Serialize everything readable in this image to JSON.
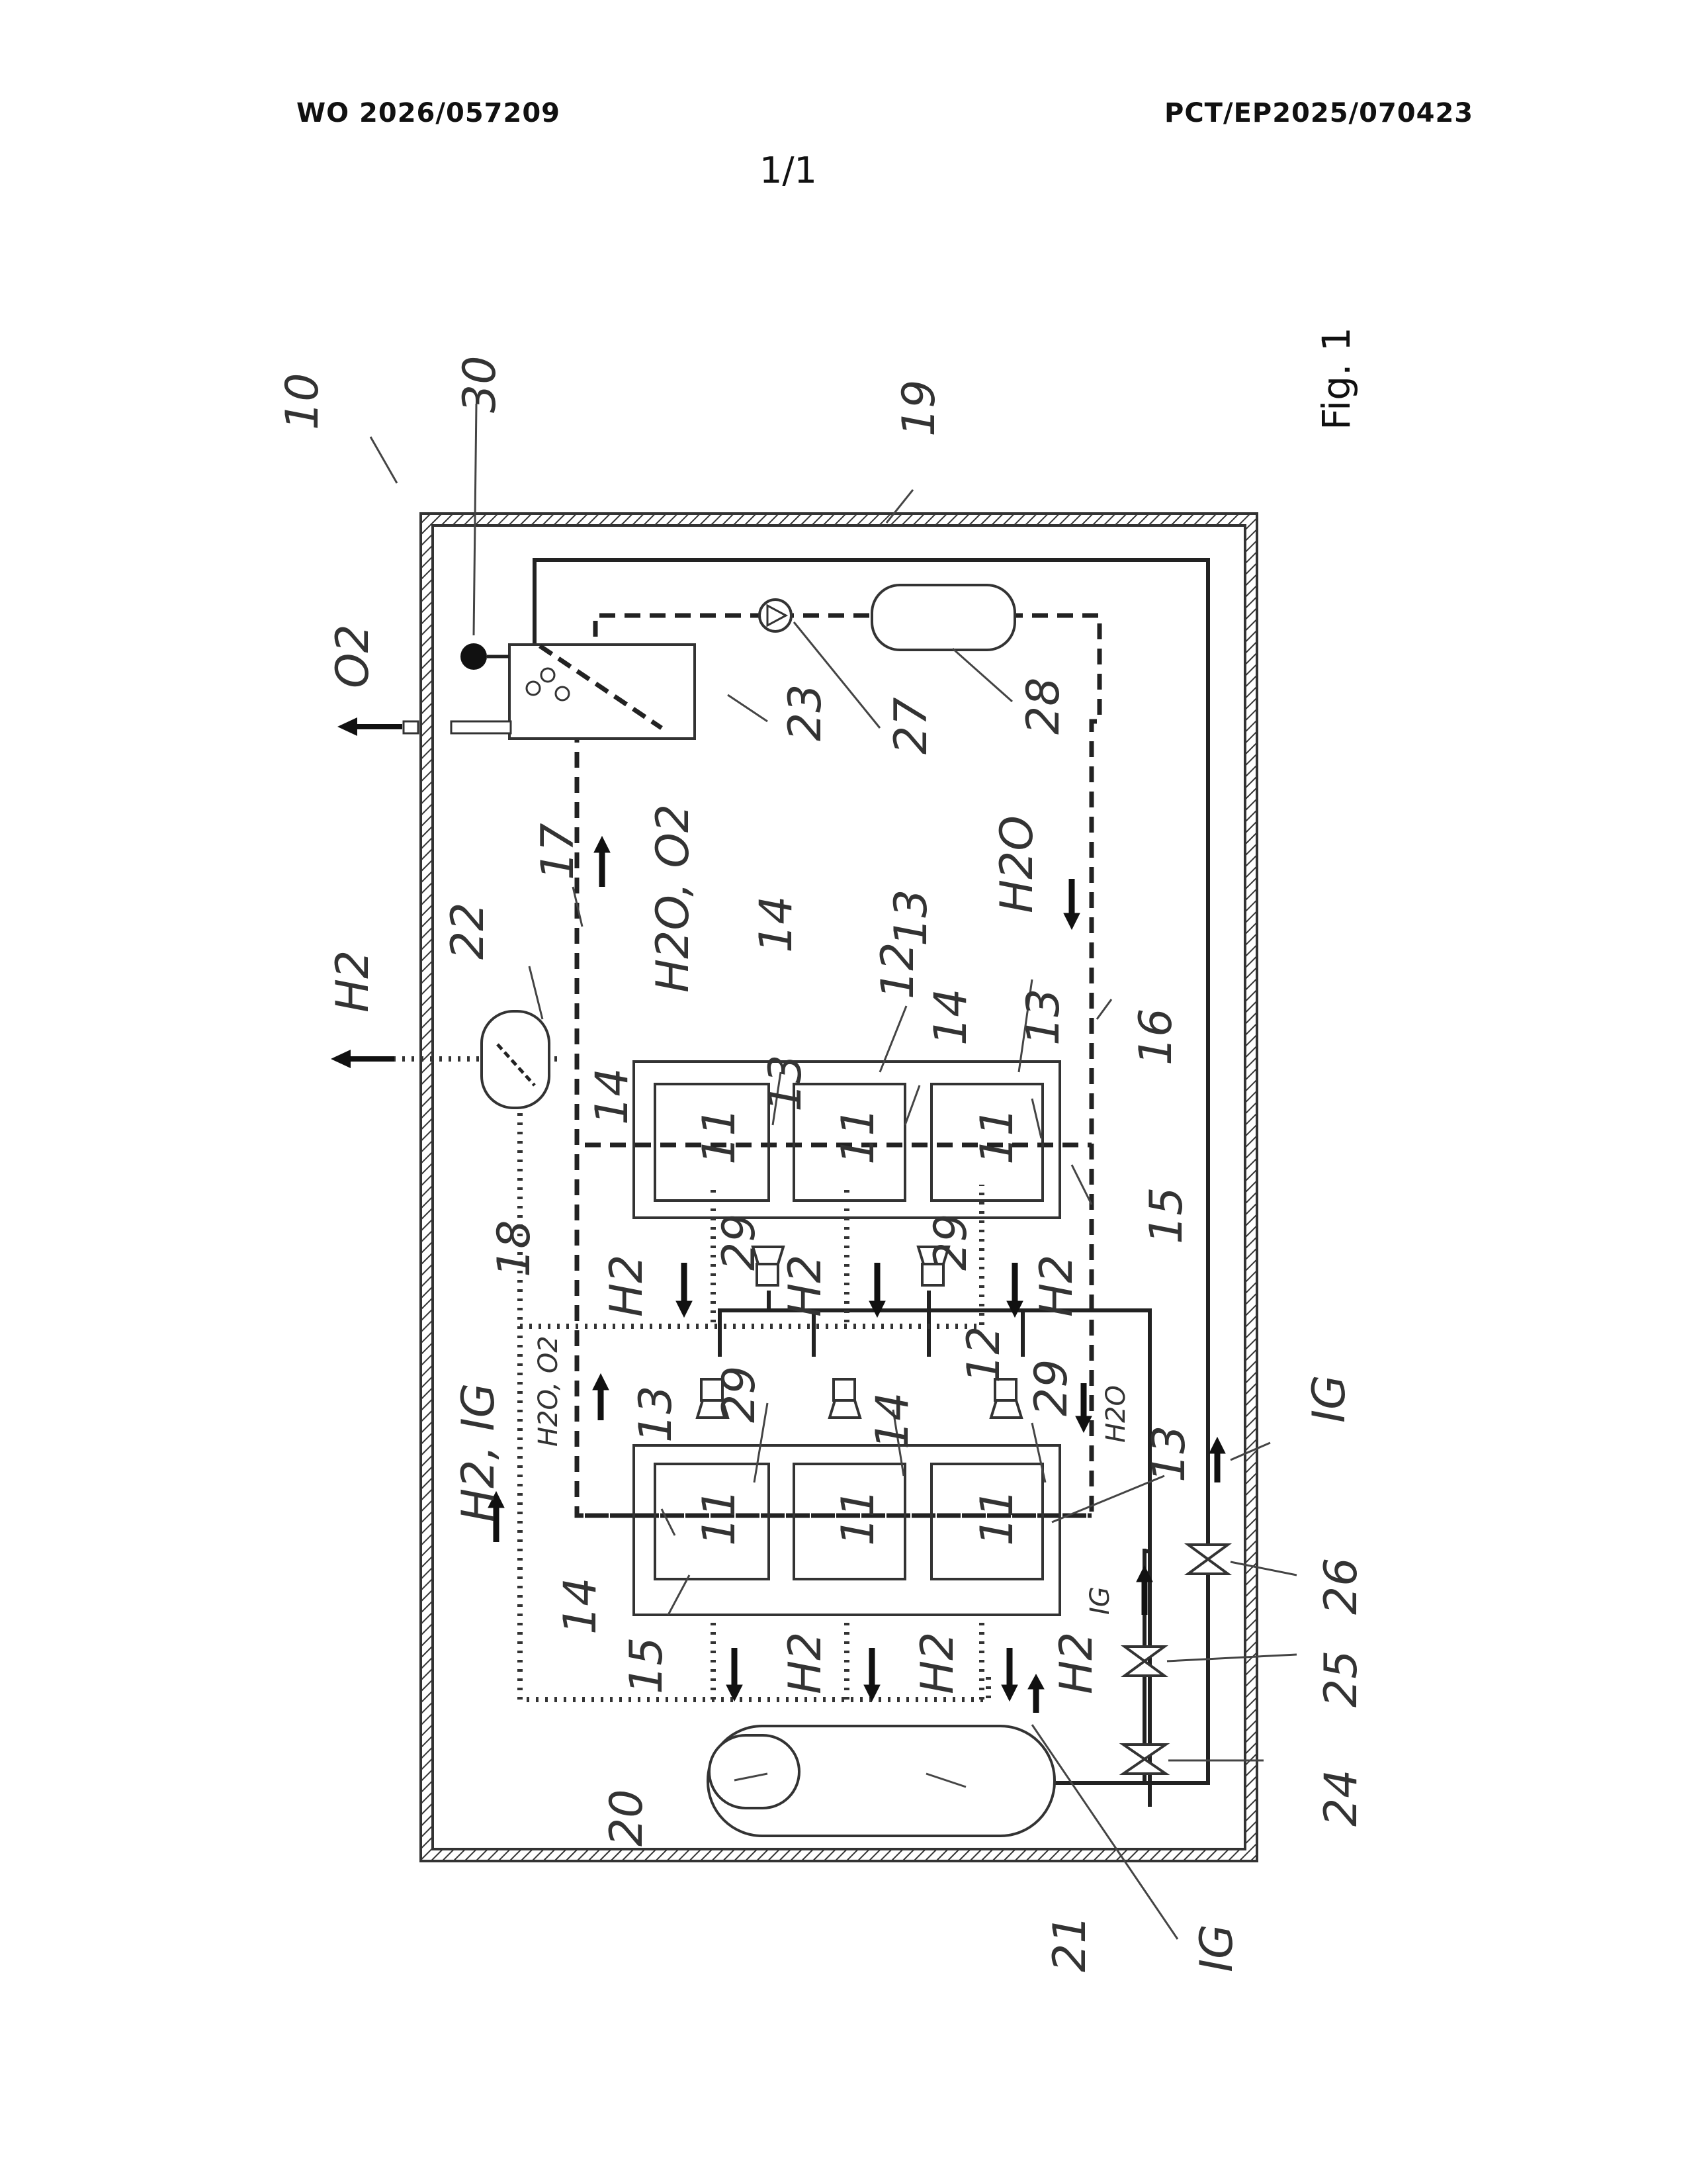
{
  "header": {
    "publication_number": "WO 2026/057209",
    "application_number": "PCT/EP2025/070423",
    "sheet": "1/1"
  },
  "figure": {
    "caption": "Fig. 1",
    "reference_numerals": {
      "system": "10",
      "container": "19",
      "separator_top": "30",
      "oxygen_separator": "23",
      "pump": "27",
      "water_tank": "28",
      "hydrogen_separator": "22",
      "line_17": "17",
      "line_16": "16",
      "line_18": "18",
      "module_12_upper": "12",
      "module_12_lower": "12",
      "cell": "11",
      "separator_plate": "13",
      "electrode": "14",
      "gasket": "15",
      "sensor": "29",
      "tank_inner": "20",
      "tank": "21",
      "valve_24": "24",
      "valve_25": "25",
      "valve_26": "26"
    },
    "media_labels": {
      "o2_out": "O2",
      "h2_out": "H2",
      "h2o_o2_top": "H2O, O2",
      "h2o_top": "H2O",
      "h2_ig": "H2, IG",
      "h2o_o2_small": "H2O, O2",
      "h2o_small": "H2O",
      "h2": "H2",
      "ig": "IG"
    }
  }
}
